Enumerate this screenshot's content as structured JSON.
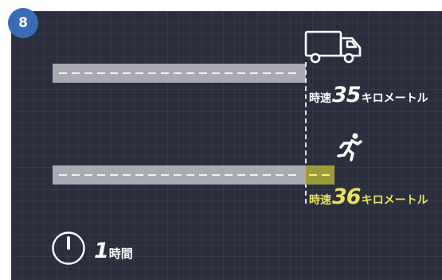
{
  "badge": {
    "number": "8"
  },
  "truck": {
    "speed_prefix": "時速",
    "speed_value": "35",
    "speed_unit": "キロメートル",
    "icon": "truck-icon"
  },
  "runner": {
    "speed_prefix": "時速",
    "speed_value": "36",
    "speed_unit": "キロメートル",
    "icon": "running-person-icon"
  },
  "time": {
    "value": "1",
    "unit": "時間",
    "icon": "clock-icon"
  },
  "colors": {
    "background": "#2b2e3d",
    "badge": "#3a6cb6",
    "road": "#a9aab3",
    "highlight": "#e6e35a",
    "highlight_road": "#9d9a3a"
  }
}
